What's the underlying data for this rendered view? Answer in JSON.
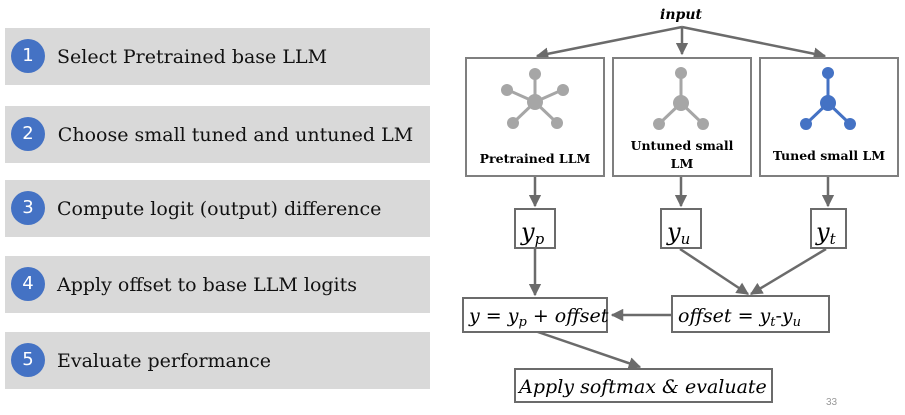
{
  "steps": [
    {
      "number": "1",
      "label": "Select Pretrained base LLM"
    },
    {
      "number": "2",
      "label": "Choose small tuned and untuned LM"
    },
    {
      "number": "3",
      "label": "Compute logit (output) difference"
    },
    {
      "number": "4",
      "label": "Apply offset to base LLM logits"
    },
    {
      "number": "5",
      "label": "Evaluate performance"
    }
  ],
  "diagram": {
    "input_label": "input",
    "models": [
      {
        "label": "Pretrained LLM",
        "icon": "network-6-node-icon",
        "color": "#a6a6a6"
      },
      {
        "label_line1": "Untuned small",
        "label_line2": "LM",
        "icon": "network-4-node-icon",
        "color": "#a6a6a6"
      },
      {
        "label": "Tuned small LM",
        "icon": "network-4-node-icon",
        "color": "#4472c4"
      }
    ],
    "outputs": {
      "yp": {
        "base": "y",
        "sub": "p"
      },
      "yu": {
        "base": "y",
        "sub": "u"
      },
      "yt": {
        "base": "y",
        "sub": "t"
      }
    },
    "combine_label": {
      "prefix": "y = y",
      "sub": "p",
      "suffix": " + offset"
    },
    "offset_label": {
      "prefix": "offset = y",
      "sub1": "t",
      "mid": "-y",
      "sub2": "u"
    },
    "final_label": "Apply softmax & evaluate"
  },
  "page_number": "33"
}
